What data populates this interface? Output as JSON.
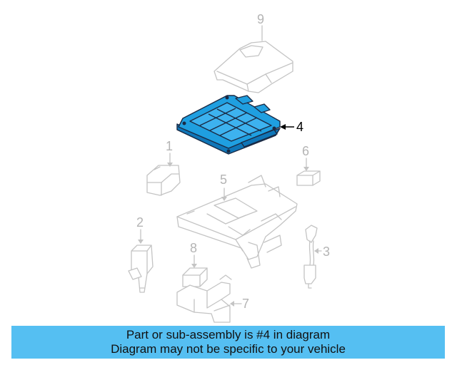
{
  "diagram": {
    "highlighted_part": "4",
    "highlight_color": "#1f9fe0",
    "callouts": {
      "p1": "1",
      "p2": "2",
      "p3": "3",
      "p4": "4",
      "p5": "5",
      "p6": "6",
      "p7": "7",
      "p8": "8",
      "p9": "9"
    }
  },
  "banner": {
    "line1": "Part or sub-assembly is #4 in diagram",
    "line2": "Diagram may not be specific to your vehicle",
    "background": "#55bff2"
  }
}
